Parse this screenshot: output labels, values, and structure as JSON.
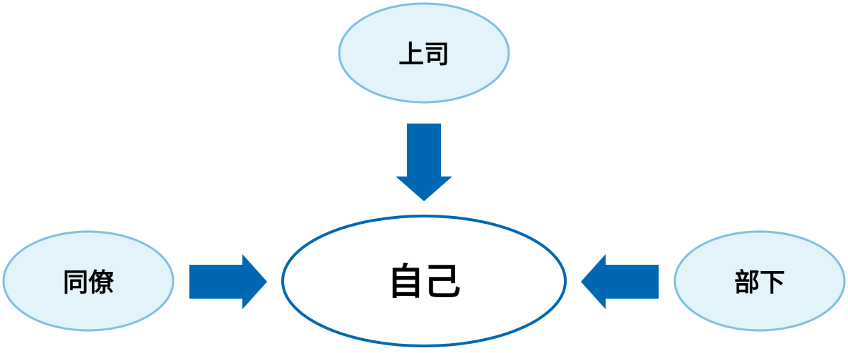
{
  "diagram": {
    "nodes": {
      "superior": {
        "label": "上司"
      },
      "colleague": {
        "label": "同僚"
      },
      "self": {
        "label": "自己"
      },
      "subordinate": {
        "label": "部下"
      }
    }
  },
  "colors": {
    "outer_fill": "#e3f3fa",
    "outer_stroke": "#7cc0e2",
    "center_stroke": "#0068b3",
    "arrow": "#0068b3",
    "text": "#000000"
  }
}
